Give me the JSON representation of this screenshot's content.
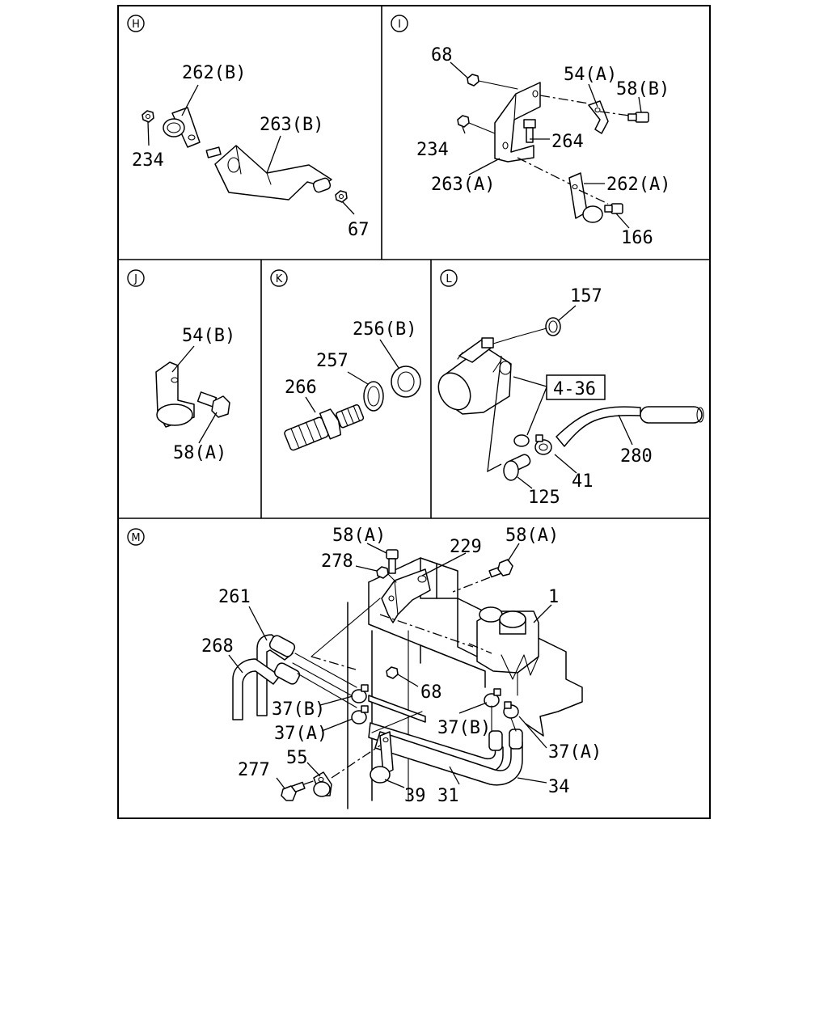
{
  "sections": {
    "H": {
      "tag": "H",
      "labels": {
        "l262b": "262(B)",
        "l263b": "263(B)",
        "l234": "234",
        "l67": "67"
      }
    },
    "I": {
      "tag": "I",
      "labels": {
        "l68": "68",
        "l54a": "54(A)",
        "l58b": "58(B)",
        "l264": "264",
        "l234": "234",
        "l263a": "263(A)",
        "l262a": "262(A)",
        "l166": "166"
      }
    },
    "J": {
      "tag": "J",
      "labels": {
        "l54b": "54(B)",
        "l58a": "58(A)"
      }
    },
    "K": {
      "tag": "K",
      "labels": {
        "l256b": "256(B)",
        "l257": "257",
        "l266": "266"
      }
    },
    "L": {
      "tag": "L",
      "labels": {
        "l157": "157",
        "l436": "4-36",
        "l280": "280",
        "l41": "41",
        "l125": "125"
      }
    },
    "M": {
      "tag": "M",
      "labels": {
        "l58a1": "58(A)",
        "l58a2": "58(A)",
        "l229": "229",
        "l278": "278",
        "l261": "261",
        "l1": "1",
        "l268": "268",
        "l68": "68",
        "l37b1": "37(B)",
        "l37a1": "37(A)",
        "l37b2": "37(B)",
        "l37a2": "37(A)",
        "l55": "55",
        "l277": "277",
        "l39": "39",
        "l31": "31",
        "l34": "34"
      }
    }
  }
}
